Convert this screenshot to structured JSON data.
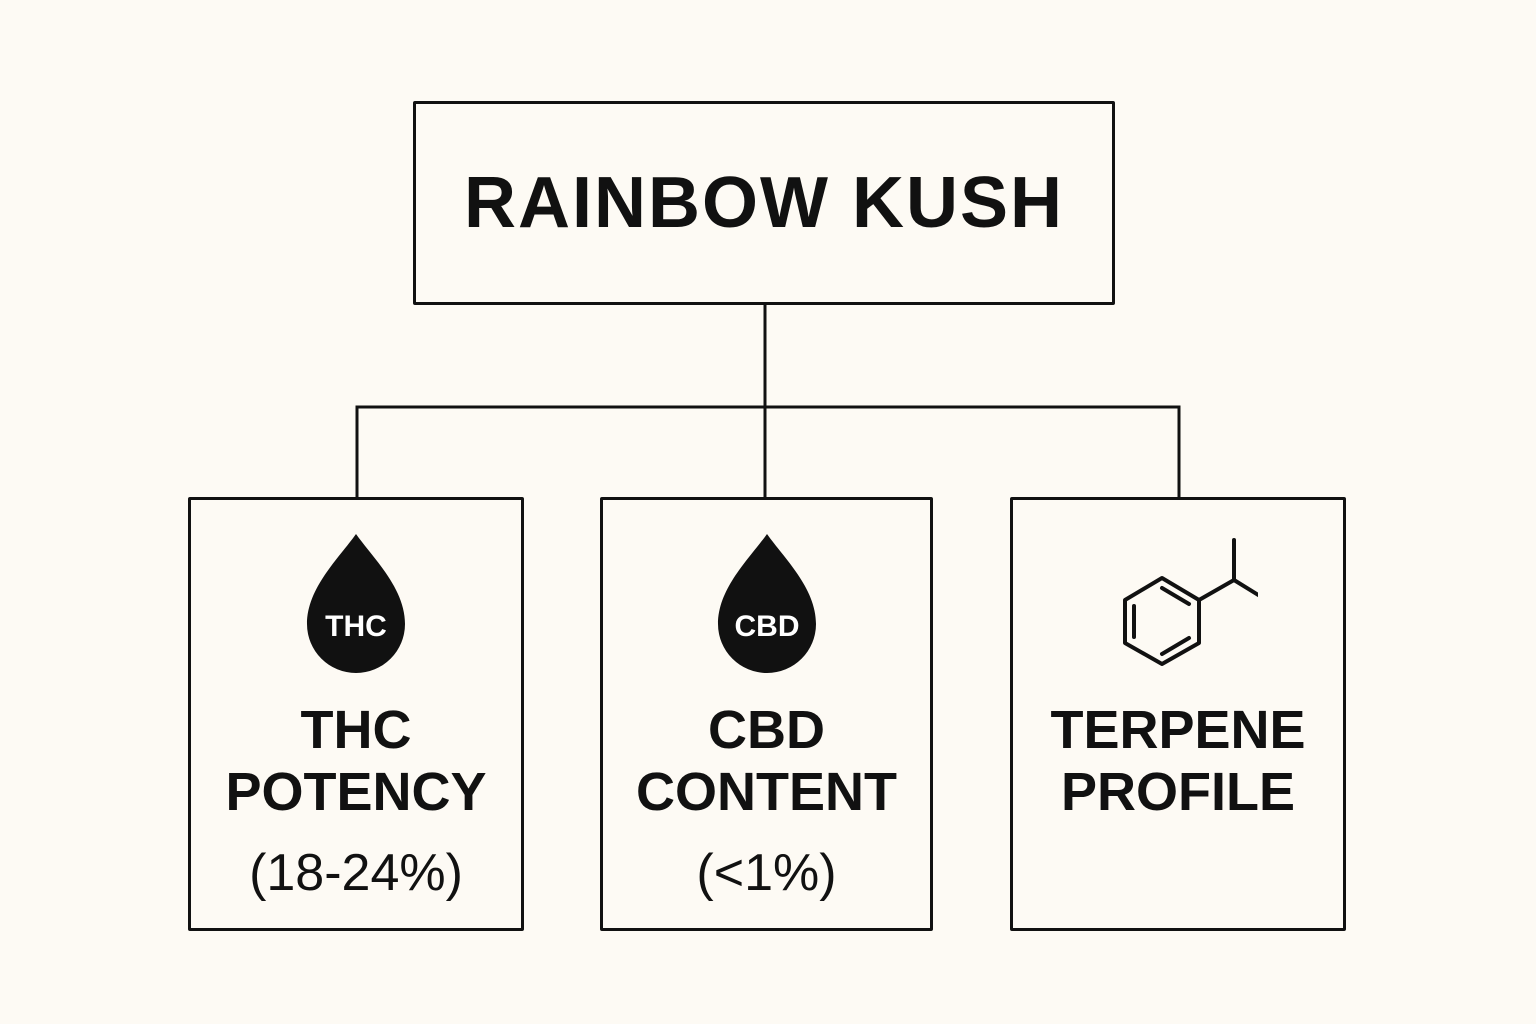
{
  "root": {
    "title": "RAINBOW KUSH"
  },
  "children": [
    {
      "icon": "thc-drop-icon",
      "icon_label": "THC",
      "heading_line_1": "THC",
      "heading_line_2": "POTENCY",
      "range": "(18-24%)"
    },
    {
      "icon": "cbd-drop-icon",
      "icon_label": "CBD",
      "heading_line_1": "CBD",
      "heading_line_2": "CONTENT",
      "range": "(<1%)"
    },
    {
      "icon": "benzene-molecule-icon",
      "heading_line_1": "TERPENE",
      "heading_line_2": "PROFILE"
    }
  ],
  "colors": {
    "background": "#fdfaf4",
    "ink": "#111111"
  }
}
